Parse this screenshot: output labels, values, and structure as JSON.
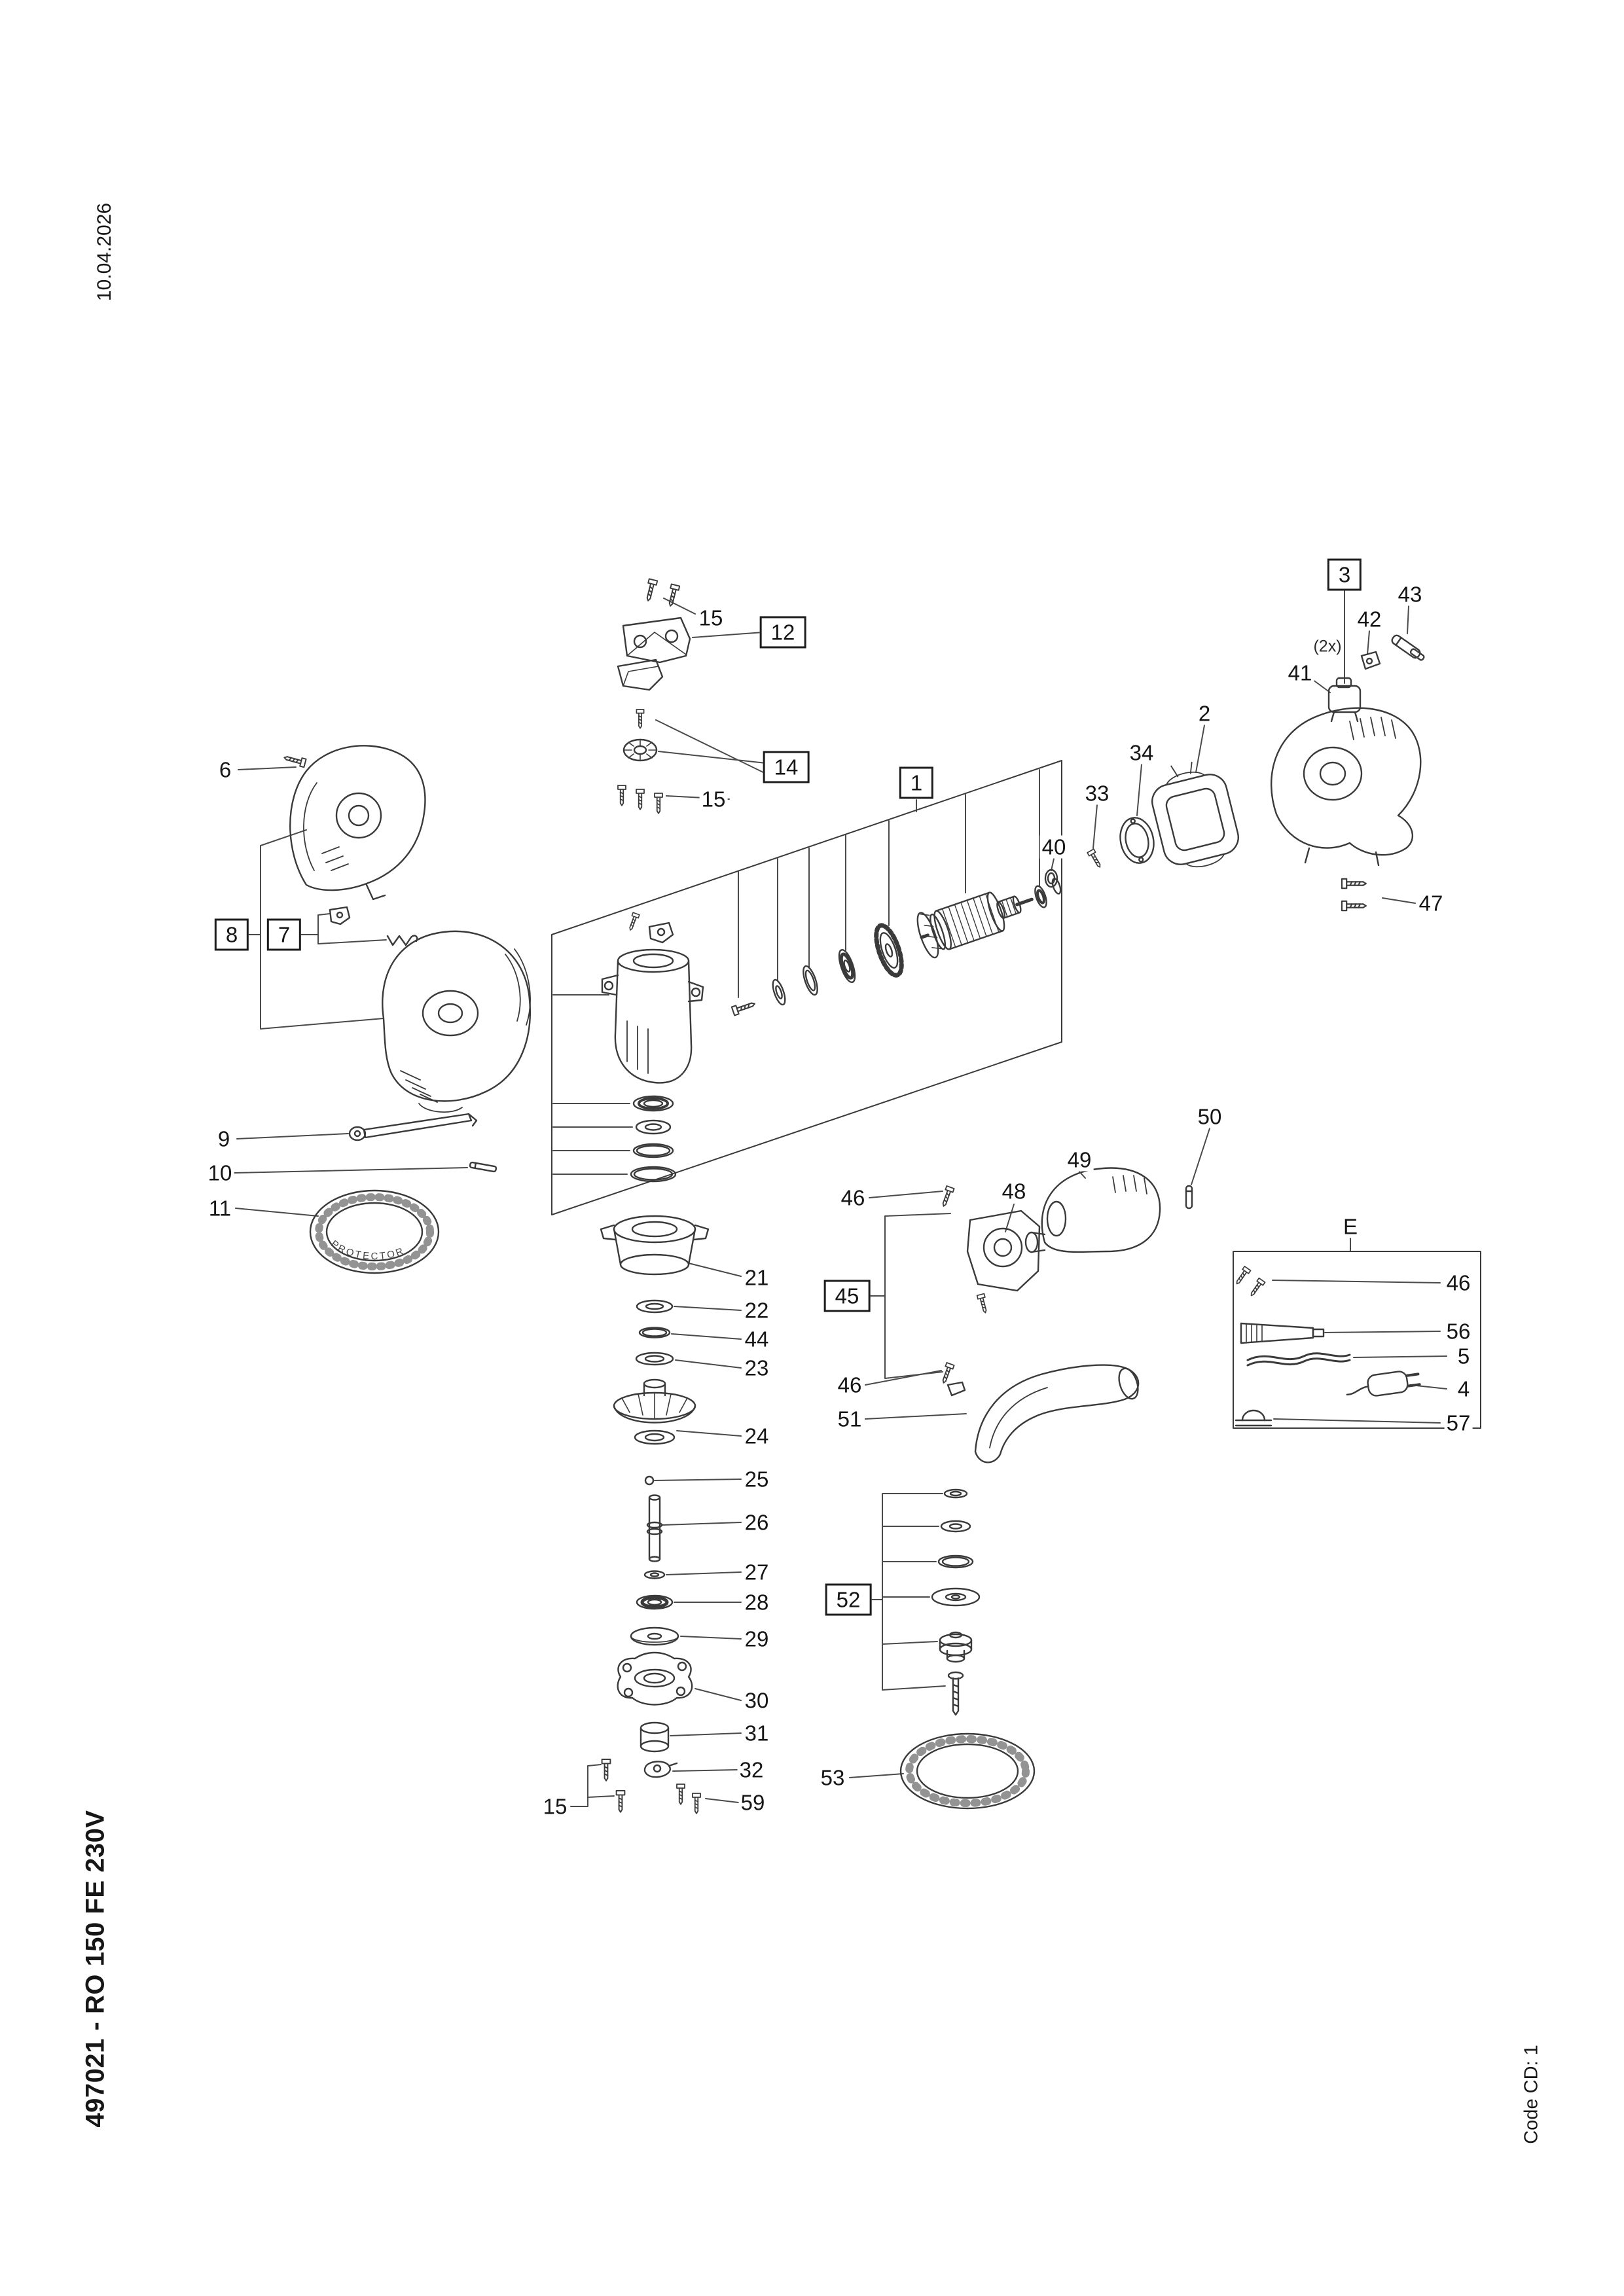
{
  "page": {
    "date": "10.04.2026",
    "doc_title": "497021 - RO 150 FE 230V",
    "code_cd": "Code CD: 1"
  },
  "diagram": {
    "guard_text": "PROTECTOR",
    "colors": {
      "ink": "#3a3a3a",
      "paper": "#ffffff"
    },
    "callouts": [
      {
        "text": "15"
      },
      {
        "text": "12"
      },
      {
        "text": "14"
      },
      {
        "text": "15"
      },
      {
        "text": "1"
      },
      {
        "text": "6"
      },
      {
        "text": "8"
      },
      {
        "text": "7"
      },
      {
        "text": "9"
      },
      {
        "text": "10"
      },
      {
        "text": "11"
      },
      {
        "text": "33"
      },
      {
        "text": "34"
      },
      {
        "text": "40"
      },
      {
        "text": "2"
      },
      {
        "text": "3"
      },
      {
        "text": "(2x)"
      },
      {
        "text": "41"
      },
      {
        "text": "42"
      },
      {
        "text": "43"
      },
      {
        "text": "47"
      },
      {
        "text": "21"
      },
      {
        "text": "22"
      },
      {
        "text": "44"
      },
      {
        "text": "23"
      },
      {
        "text": "24"
      },
      {
        "text": "25"
      },
      {
        "text": "26"
      },
      {
        "text": "27"
      },
      {
        "text": "28"
      },
      {
        "text": "29"
      },
      {
        "text": "30"
      },
      {
        "text": "31"
      },
      {
        "text": "32"
      },
      {
        "text": "59"
      },
      {
        "text": "15"
      },
      {
        "text": "46"
      },
      {
        "text": "48"
      },
      {
        "text": "49"
      },
      {
        "text": "50"
      },
      {
        "text": "45"
      },
      {
        "text": "46"
      },
      {
        "text": "51"
      },
      {
        "text": "E"
      },
      {
        "text": "46"
      },
      {
        "text": "56"
      },
      {
        "text": "5"
      },
      {
        "text": "4"
      },
      {
        "text": "57"
      },
      {
        "text": "52"
      },
      {
        "text": "53"
      }
    ]
  }
}
